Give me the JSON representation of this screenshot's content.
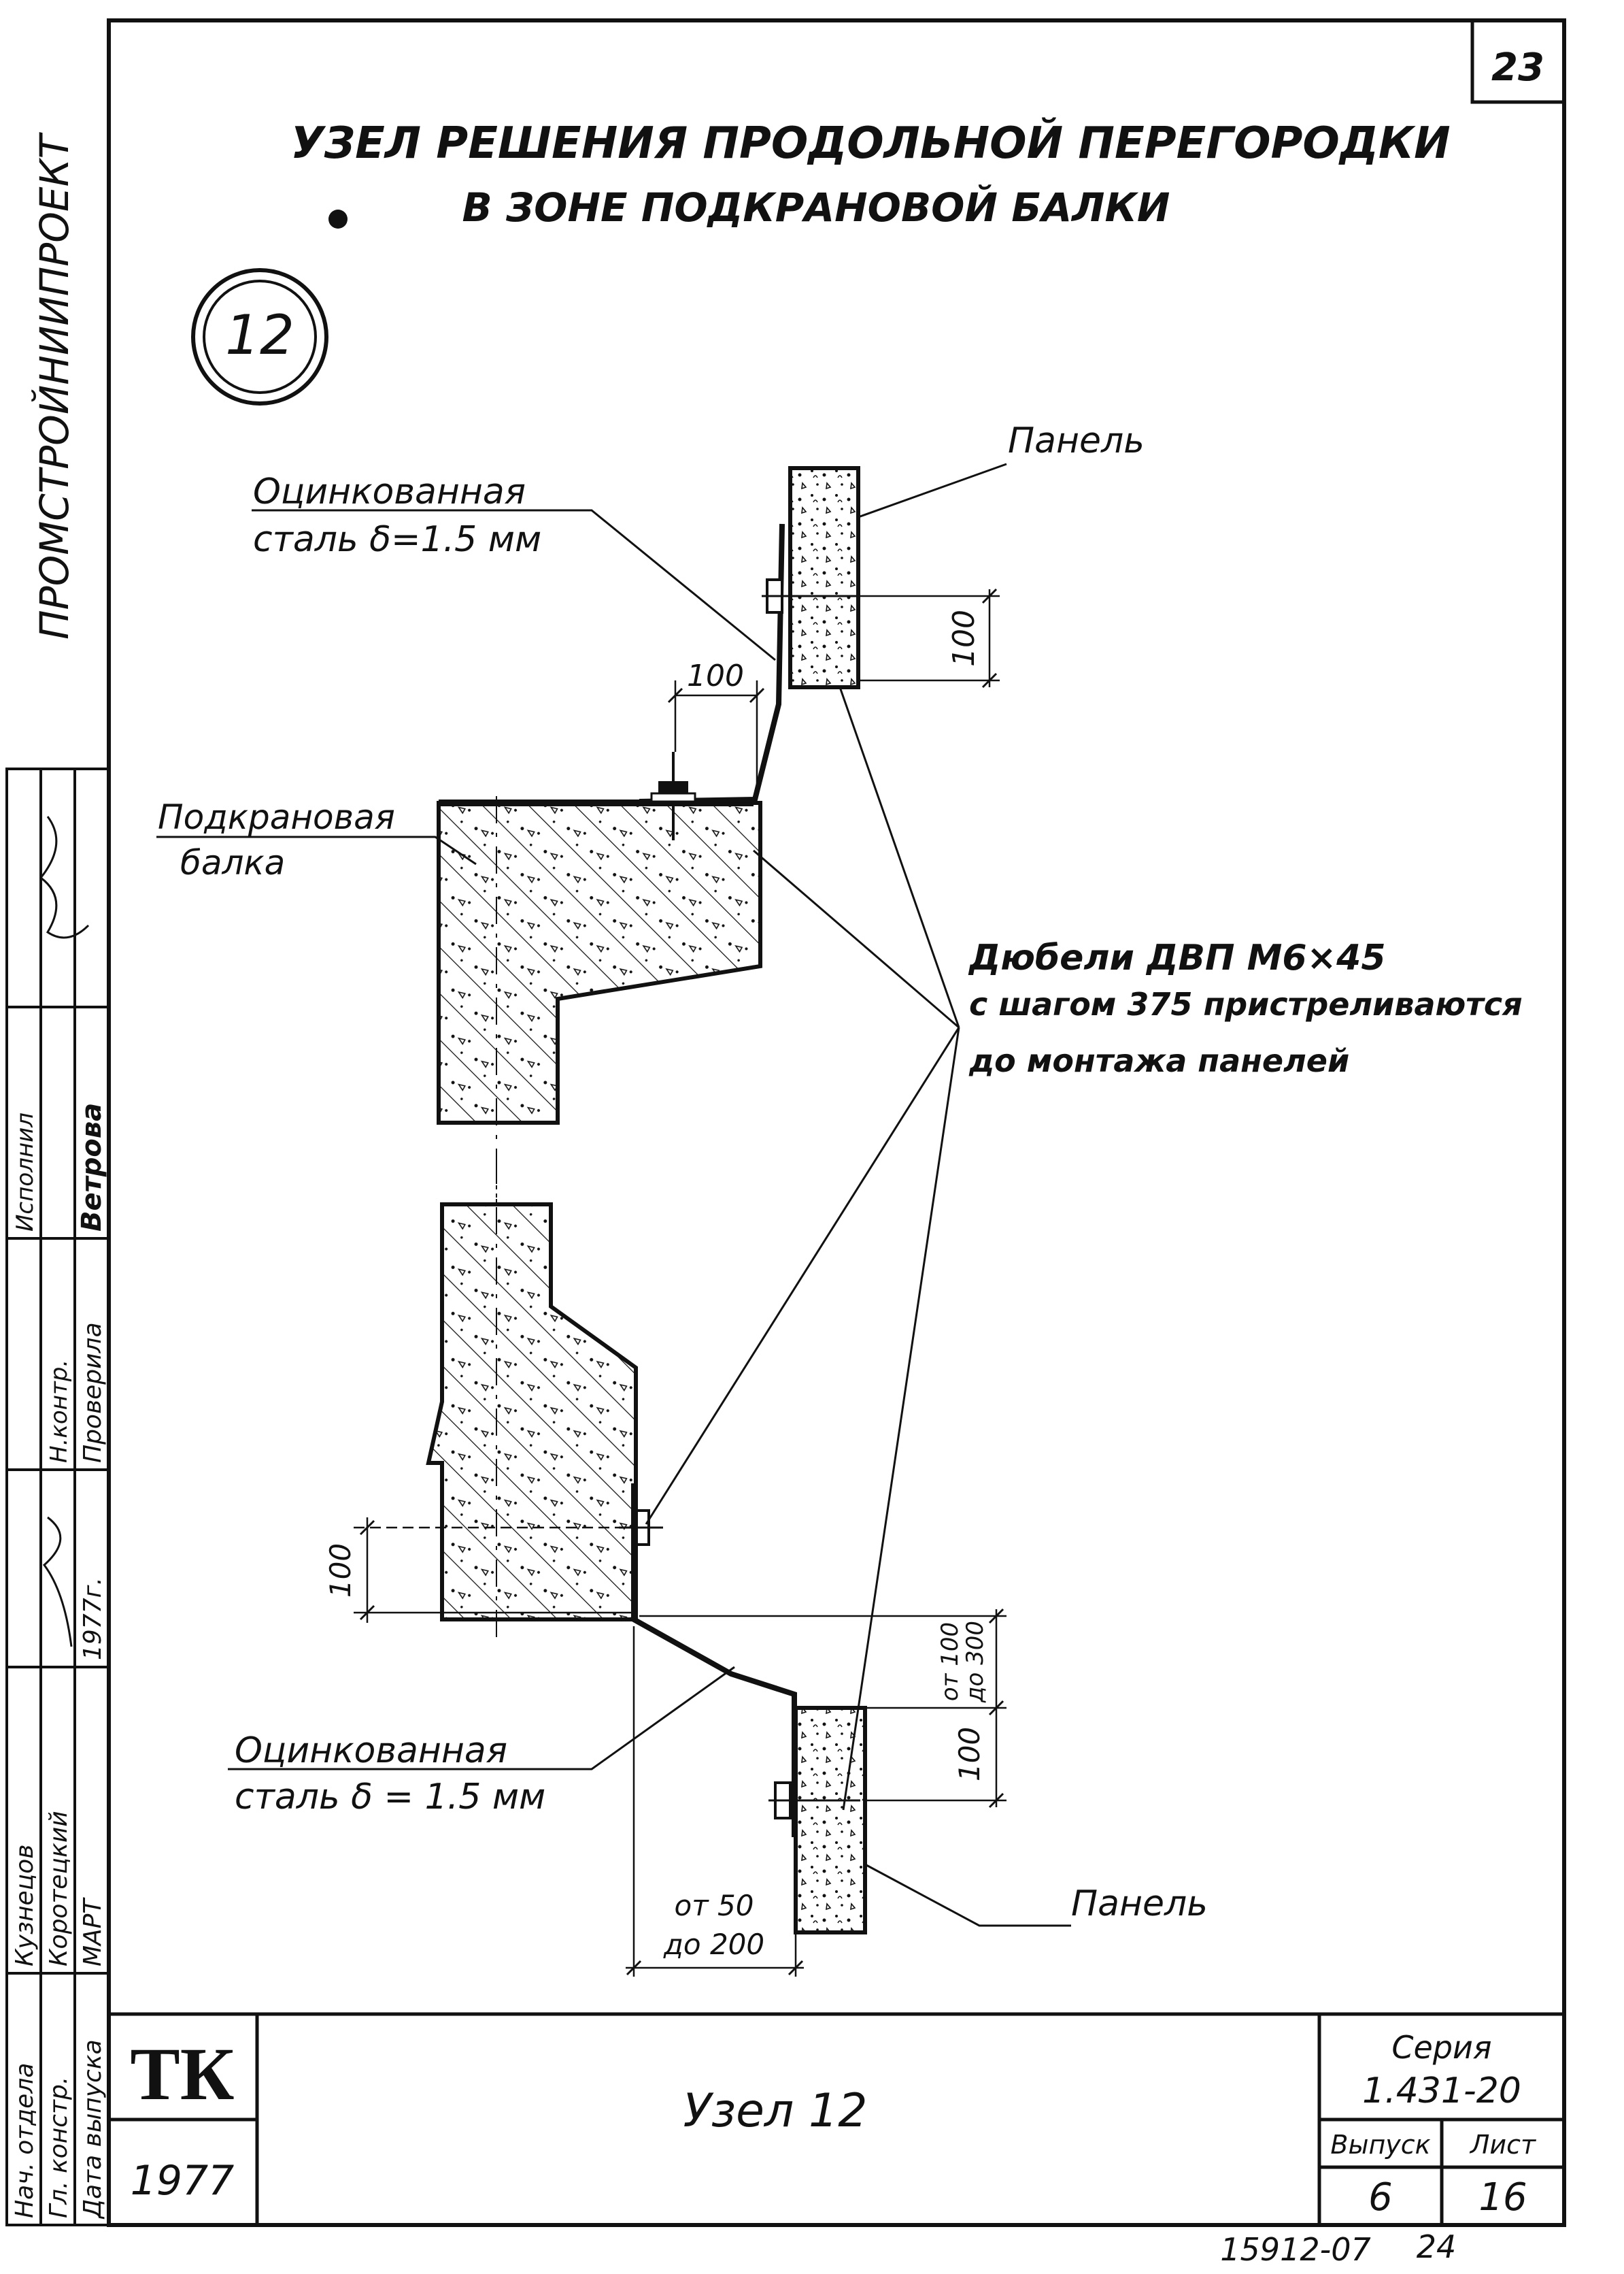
{
  "sheet": {
    "page_number": "23",
    "title_line1": "УЗЕЛ РЕШЕНИЯ ПРОДОЛЬНОЙ ПЕРЕГОРОДКИ",
    "title_line2": "В ЗОНЕ ПОДКРАНОВОЙ БАЛКИ",
    "node_number": "12",
    "side_org": "ПРОМСТРОЙНИИПРОЕКТ"
  },
  "labels": {
    "steel_top_1": "Оцинкованная",
    "steel_top_2": "сталь δ=1.5 мм",
    "panel_top": "Панель",
    "beam_1": "Подкрановая",
    "beam_2": "балка",
    "dowels_1": "Дюбели ДВП М6×45",
    "dowels_2": "с шагом 375 пристреливаются",
    "dowels_3": "до монтажа панелей",
    "steel_bottom_1": "Оцинкованная",
    "steel_bottom_2": "сталь δ = 1.5 мм",
    "panel_bottom": "Панель"
  },
  "dimensions": {
    "top_100_horizontal": "100",
    "top_100_vertical": "100",
    "left_100": "100",
    "from100_1": "от 100",
    "from100_2": "до 300",
    "right_100": "100",
    "from50_1": "от 50",
    "from50_2": "до 200"
  },
  "signatures": {
    "row1_role": "Нач. отдела",
    "row1_name": "Кузнецов",
    "row2_role": "Гл. констр.",
    "row2_name": "Коротецкий",
    "row3_role": "Дата выпуска",
    "row3_month": "МАРТ",
    "row3_year": "1977г.",
    "checked_label": "Проверила",
    "author_name": "Ветрова",
    "extra_role": "Исполнил",
    "extra_role2": "Н.контр."
  },
  "title_block": {
    "logo": "ТК",
    "year": "1977",
    "name": "Узел 12",
    "series_label": "Серия",
    "series_value": "1.431-20",
    "issue_label": "Выпуск",
    "sheet_label": "Лист",
    "issue_value": "6",
    "sheet_value": "16"
  },
  "footer": {
    "stamp": "15912-07",
    "page": "24"
  }
}
